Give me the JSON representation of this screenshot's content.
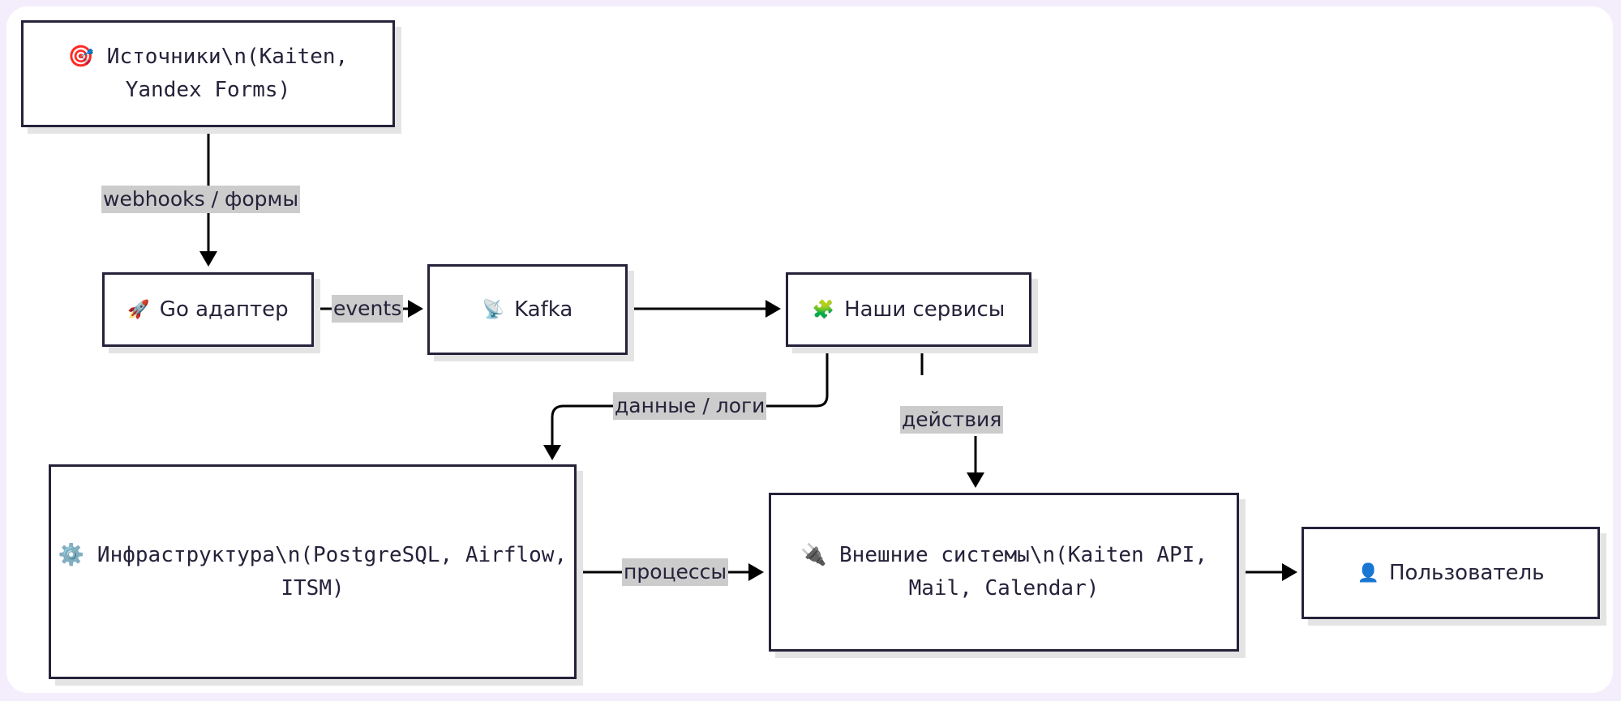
{
  "nodes": {
    "sources": {
      "icon": "🎯",
      "line1": "Источники\\n(Kaiten,",
      "line2": "Yandex Forms)"
    },
    "go_adapter": {
      "icon": "🚀",
      "label": "Go адаптер"
    },
    "kafka": {
      "icon": "📡",
      "label": "Kafka"
    },
    "services": {
      "icon": "🧩",
      "label": "Наши сервисы"
    },
    "infra": {
      "icon": "⚙️",
      "line1": "Инфраструктура\\n(PostgreSQL, Airflow,",
      "line2": "ITSM)"
    },
    "external": {
      "icon": "🔌",
      "line1": "Внешние системы\\n(Kaiten API,",
      "line2": "Mail, Calendar)"
    },
    "user": {
      "icon": "👤",
      "label": "Пользователь"
    }
  },
  "edges": {
    "webhooks": "webhooks / формы",
    "events": "events",
    "data_logs": "данные / логи",
    "actions": "действия",
    "processes": "процессы"
  },
  "colors": {
    "stroke": "#25223a",
    "label_bg": "#cccccc",
    "frame": "#f4eefc"
  }
}
